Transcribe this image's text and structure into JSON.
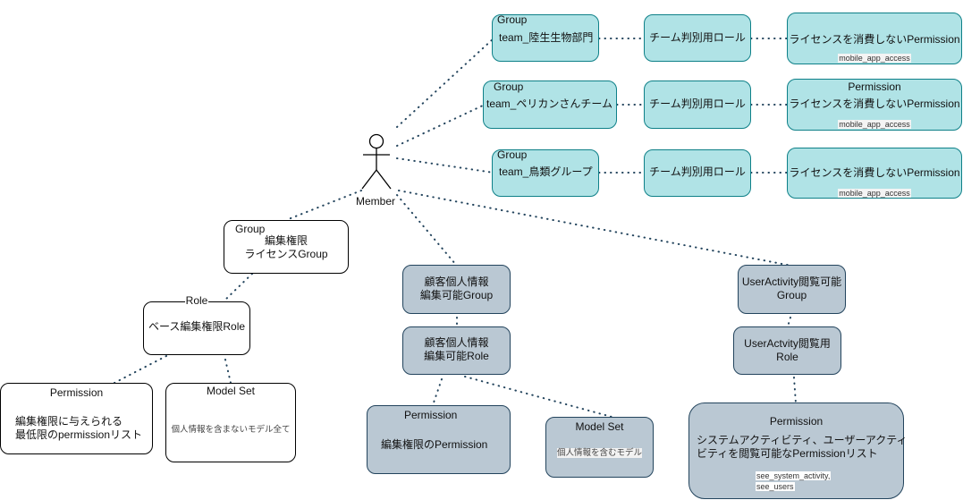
{
  "actor": {
    "label": "Member",
    "icon": "stick-figure-icon"
  },
  "team_rows": [
    {
      "group": {
        "type_label": "Group",
        "name": "team_陸生生物部門"
      },
      "role": {
        "name": "チーム判別用ロール"
      },
      "permission": {
        "type_label": "",
        "name": "ライセンスを消費しないPermission",
        "code": "mobile_app_access"
      }
    },
    {
      "group": {
        "type_label": "Group",
        "name": "team_ペリカンさんチーム"
      },
      "role": {
        "name": "チーム判別用ロール"
      },
      "permission": {
        "type_label": "Permission",
        "name": "ライセンスを消費しないPermission",
        "code": "mobile_app_access"
      }
    },
    {
      "group": {
        "type_label": "Group",
        "name": "team_鳥類グループ"
      },
      "role": {
        "name": "チーム判別用ロール"
      },
      "permission": {
        "type_label": "",
        "name": "ライセンスを消費しないPermission",
        "code": "mobile_app_access"
      }
    }
  ],
  "left_branch": {
    "group": {
      "type_label": "Group",
      "line1": "編集権限",
      "line2": "ライセンスGroup"
    },
    "role": {
      "type_label": "Role",
      "name": "ベース編集権限Role"
    },
    "permission": {
      "type_label": "Permission",
      "line1": "編集権限に与えられる",
      "line2": "最低限のpermissionリスト"
    },
    "model_set": {
      "type_label": "Model Set",
      "desc": "個人情報を含まないモデル全て"
    }
  },
  "middle_branch": {
    "group": {
      "line1": "顧客個人情報",
      "line2": "編集可能Group"
    },
    "role": {
      "line1": "顧客個人情報",
      "line2": "編集可能Role"
    },
    "permission": {
      "type_label": "Permission",
      "name": "編集権限のPermission"
    },
    "model_set": {
      "type_label": "Model Set",
      "desc": "個人情報を含むモデル"
    }
  },
  "right_branch": {
    "group": {
      "line1": "UserActivity閲覧可能",
      "line2": "Group"
    },
    "role": {
      "line1": "UserActvity閲覧用",
      "line2": "Role"
    },
    "permission": {
      "type_label": "Permission",
      "line1": "システムアクティビティ、ユーザーアクティ",
      "line2": "ビティを閲覧可能なPermissionリスト",
      "code1": "see_system_activity,",
      "code2": "see_users"
    }
  },
  "colors": {
    "team_fill": "#b0e3e6",
    "team_stroke": "#0e8088",
    "slate_fill": "#bac8d3",
    "slate_stroke": "#23445d",
    "link": "#23445d"
  }
}
